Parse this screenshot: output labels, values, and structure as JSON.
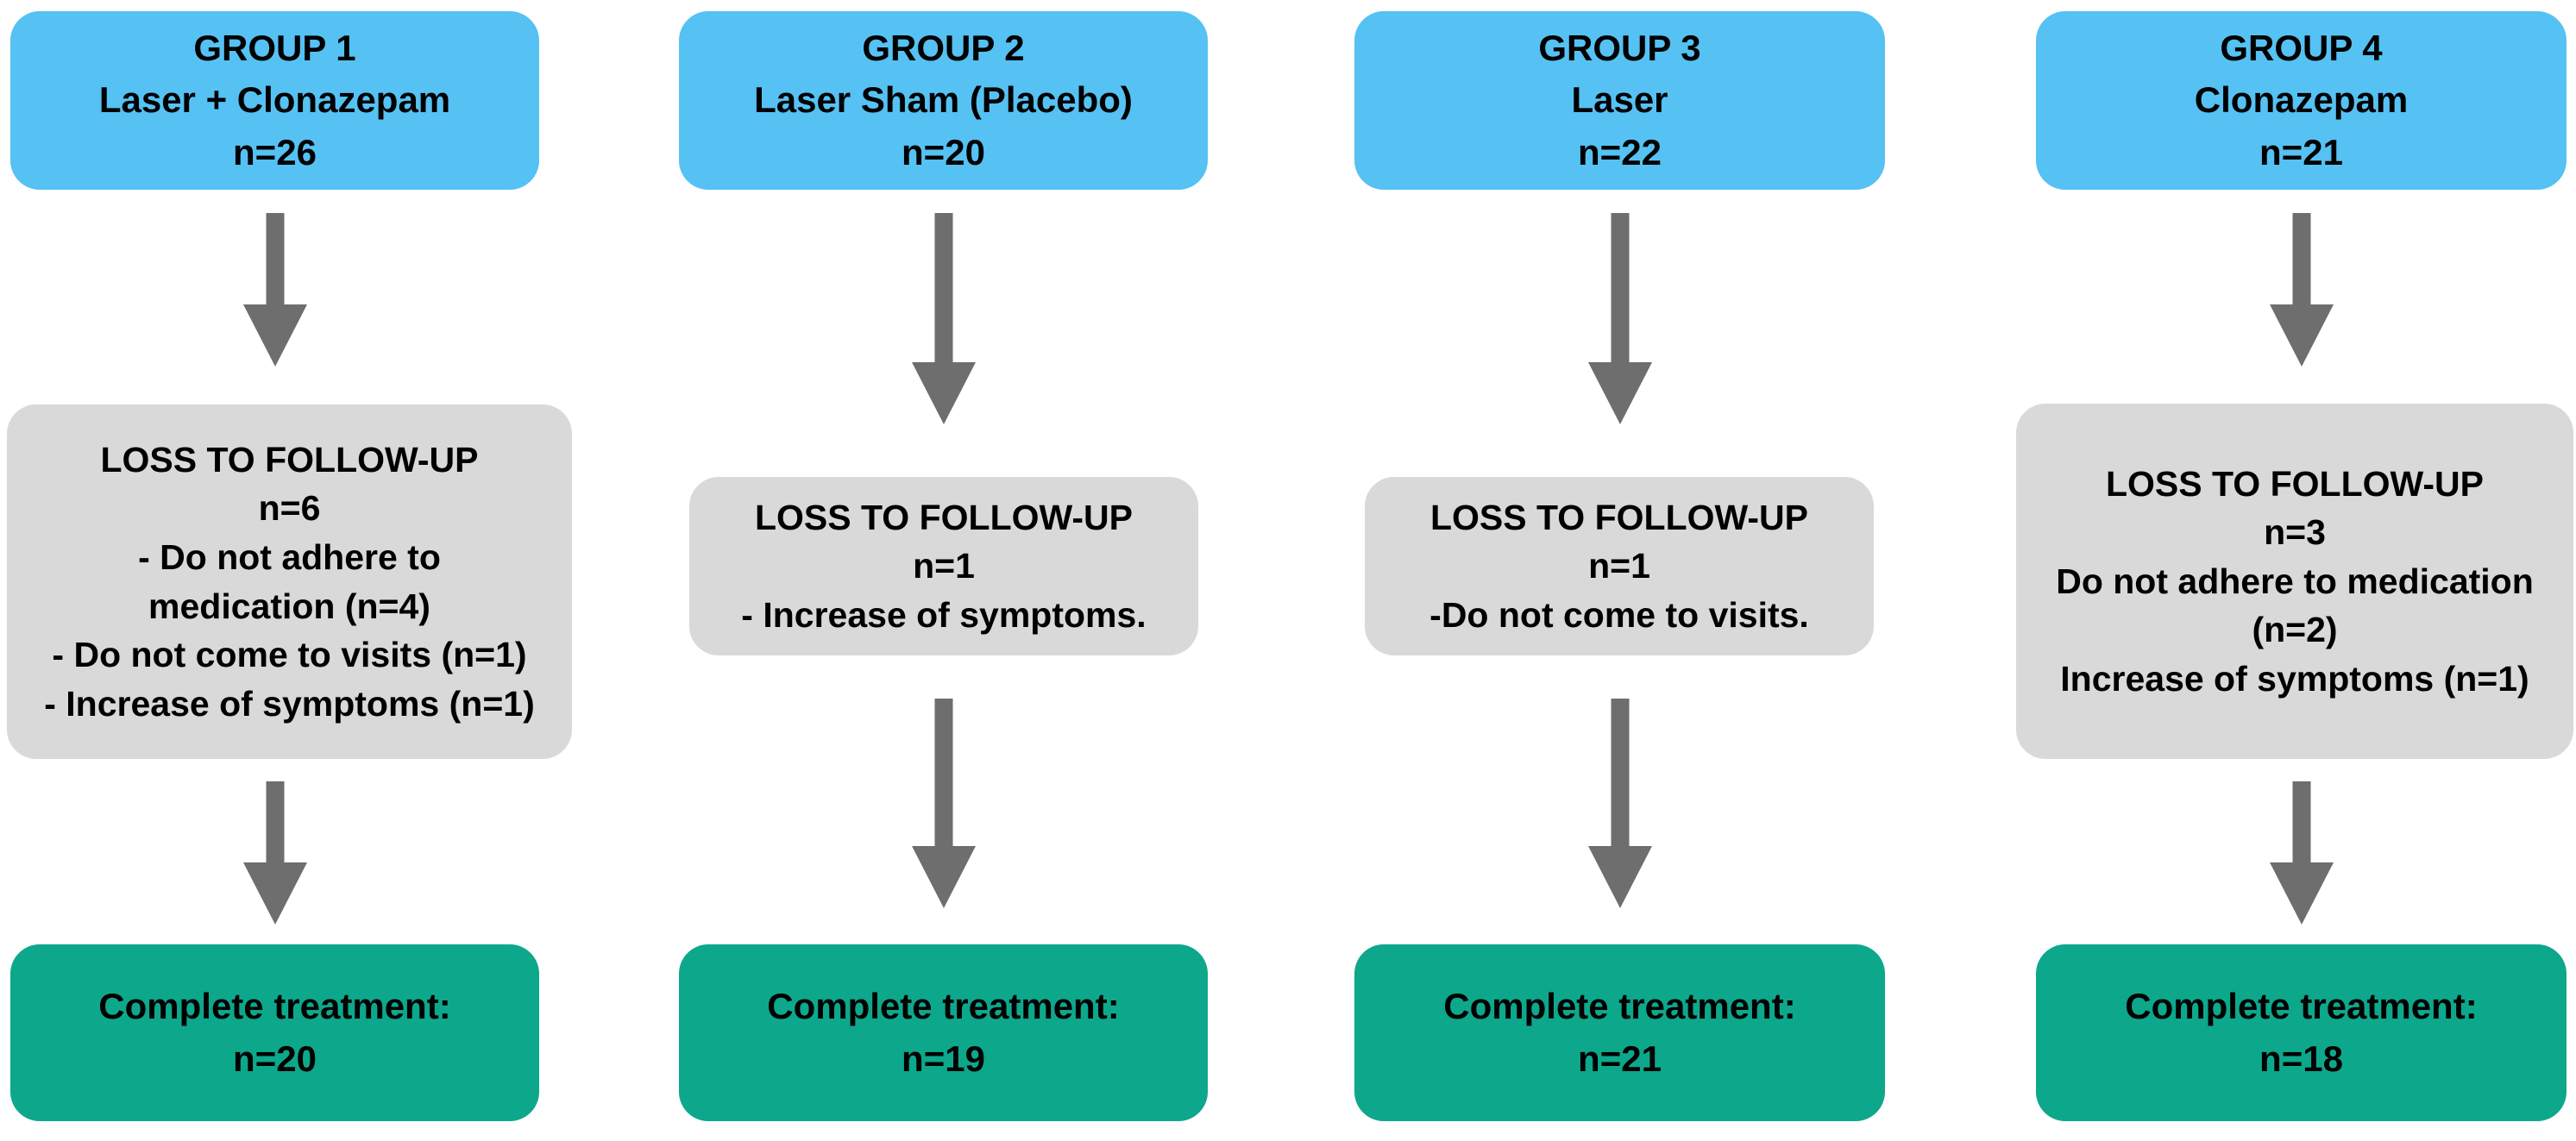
{
  "diagram": {
    "background": "#FFFFFF",
    "colors": {
      "box_blue": "#56C1F3",
      "box_gray": "#D9D9D9",
      "box_green": "#0DA78C",
      "arrow_gray": "#6E6E6E",
      "text": "#000000",
      "background": "#FFFFFF"
    },
    "columns": [
      {
        "allocation_lines": [
          "GROUP 1",
          "Laser + Clonazepam",
          "n=26"
        ],
        "loss_lines": [
          "LOSS TO FOLLOW-UP",
          "n=6",
          "- Do not adhere to",
          "medication (n=4)",
          "- Do not come to visits (n=1)",
          "- Increase of symptoms (n=1)"
        ],
        "complete_lines": [
          "Complete treatment:",
          "n=20"
        ]
      },
      {
        "allocation_lines": [
          "GROUP 2",
          "Laser Sham (Placebo)",
          "n=20"
        ],
        "loss_lines": [
          "LOSS TO FOLLOW-UP",
          "n=1",
          "- Increase of symptoms."
        ],
        "complete_lines": [
          "Complete treatment:",
          "n=19"
        ]
      },
      {
        "allocation_lines": [
          "GROUP 3",
          "Laser",
          "n=22"
        ],
        "loss_lines": [
          "LOSS TO FOLLOW-UP",
          "n=1",
          "-Do not come to visits."
        ],
        "complete_lines": [
          "Complete treatment:",
          "n=21"
        ]
      },
      {
        "allocation_lines": [
          "GROUP 4",
          "Clonazepam",
          "n=21"
        ],
        "loss_lines": [
          "LOSS TO FOLLOW-UP",
          "n=3",
          "Do not adhere to medication",
          "(n=2)",
          "Increase of symptoms (n=1)"
        ],
        "complete_lines": [
          "Complete treatment:",
          "n=18"
        ]
      }
    ]
  }
}
